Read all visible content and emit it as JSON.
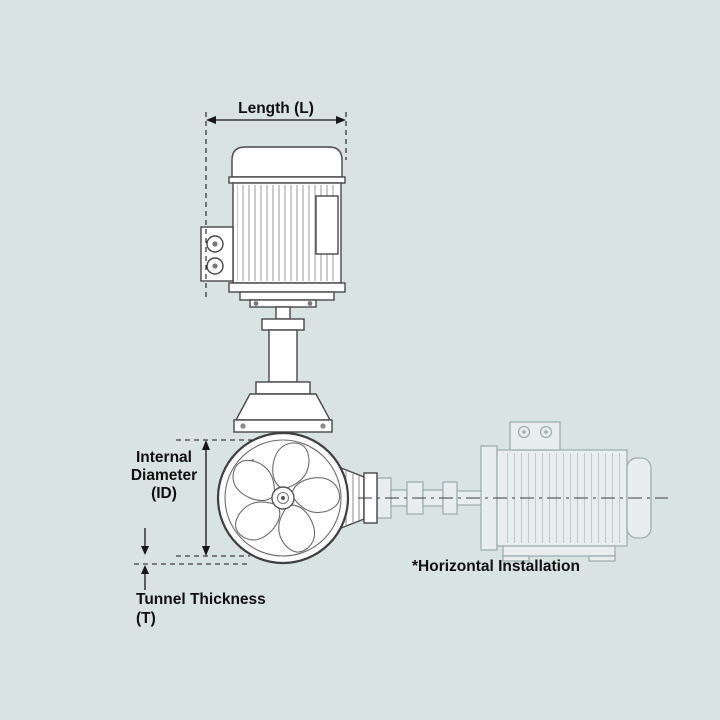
{
  "page": {
    "background": "#d8e3e2",
    "description_colors": {
      "main_outline": "#474747",
      "ghost_outline": "#9fafae",
      "dimension_lines": "#161616",
      "text": "#101010"
    }
  },
  "labels": {
    "length": "Length (L)",
    "internal_diameter": [
      "Internal",
      "Diameter",
      "(ID)"
    ],
    "tunnel_thickness": [
      "Tunnel Thickness",
      "(T)"
    ],
    "horizontal_installation": "*Horizontal Installation"
  },
  "icons": {
    "propeller": "five-blade-propeller",
    "anode": "anode-marker-triangle"
  }
}
